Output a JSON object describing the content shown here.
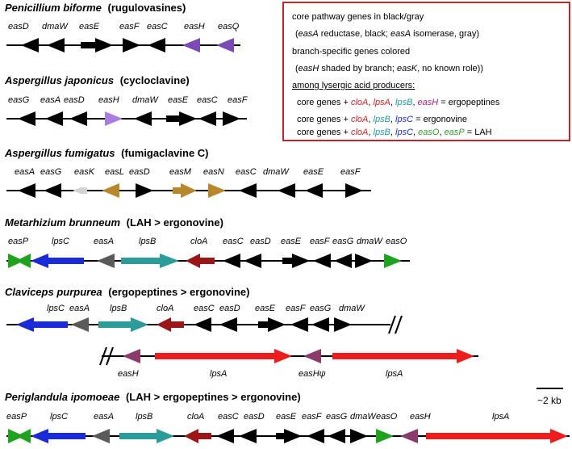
{
  "colors": {
    "black": "#000000",
    "gray": "#5a5a5a",
    "lightgray": "#d3d3d3",
    "purple": "#7b4bb5",
    "lavender": "#a87ddb",
    "mustard": "#b8862b",
    "green": "#1fa31f",
    "blue": "#1a2bd8",
    "teal": "#2a9c9c",
    "darkred": "#9b1616",
    "red": "#ee1c1c",
    "maroon": "#8b3a6b",
    "legend_red": "#e31a1c",
    "legend_teal": "#1a9c9c",
    "legend_blue": "#1a2bd8",
    "legend_green": "#2ca02c",
    "border": "#c0262c"
  },
  "organisms": [
    {
      "species": "Penicillium biforme",
      "compound": "(rugulovasines)"
    },
    {
      "species": "Aspergillus japonicus",
      "compound": "(cycloclavine)"
    },
    {
      "species": "Aspergillus fumigatus",
      "compound": "(fumigaclavine C)"
    },
    {
      "species": "Metarhizium brunneum",
      "compound": " (LAH > ergonovine)"
    },
    {
      "species": "Claviceps purpurea",
      "compound": "(ergopeptines > ergonovine)"
    },
    {
      "species": "Periglandula ipomoeae",
      "compound": "(LAH > ergopeptines > ergonovine)"
    }
  ],
  "tracks": [
    {
      "genes": [
        {
          "label": "easD",
          "color": "black"
        },
        {
          "label": "dmaW",
          "color": "black"
        },
        {
          "label": "easE",
          "color": "black"
        },
        {
          "label": "easF",
          "color": "black"
        },
        {
          "label": "easC",
          "color": "black"
        },
        {
          "label": "easH",
          "color": "purple"
        },
        {
          "label": "easQ",
          "color": "purple"
        }
      ]
    },
    {
      "genes": [
        {
          "label": "easG",
          "color": "black"
        },
        {
          "label": "easA",
          "color": "black"
        },
        {
          "label": "easD",
          "color": "black"
        },
        {
          "label": "easH",
          "color": "lavender"
        },
        {
          "label": "dmaW",
          "color": "black"
        },
        {
          "label": "easE",
          "color": "black"
        },
        {
          "label": "easC",
          "color": "black"
        },
        {
          "label": "easF",
          "color": "black"
        }
      ]
    },
    {
      "genes": [
        {
          "label": "easA",
          "color": "black"
        },
        {
          "label": "easG",
          "color": "black"
        },
        {
          "label": "easK",
          "color": "lightgray"
        },
        {
          "label": "easL",
          "color": "mustard"
        },
        {
          "label": "easD",
          "color": "black"
        },
        {
          "label": "easM",
          "color": "mustard"
        },
        {
          "label": "easN",
          "color": "mustard"
        },
        {
          "label": "easC",
          "color": "black"
        },
        {
          "label": "dmaW",
          "color": "black"
        },
        {
          "label": "easE",
          "color": "black"
        },
        {
          "label": "easF",
          "color": "black"
        }
      ]
    },
    {
      "genes": [
        {
          "label": "easP",
          "color": "green"
        },
        {
          "label": "lpsC",
          "color": "blue"
        },
        {
          "label": "easA",
          "color": "gray"
        },
        {
          "label": "lpsB",
          "color": "teal"
        },
        {
          "label": "cloA",
          "color": "darkred"
        },
        {
          "label": "easC",
          "color": "black"
        },
        {
          "label": "easD",
          "color": "black"
        },
        {
          "label": "easE",
          "color": "black"
        },
        {
          "label": "easF",
          "color": "black"
        },
        {
          "label": "easG",
          "color": "black"
        },
        {
          "label": "dmaW",
          "color": "black"
        },
        {
          "label": "easO",
          "color": "green"
        }
      ]
    },
    {
      "genes": [
        {
          "label": "lpsC",
          "color": "blue"
        },
        {
          "label": "easA",
          "color": "gray"
        },
        {
          "label": "lpsB",
          "color": "teal"
        },
        {
          "label": "cloA",
          "color": "darkred"
        },
        {
          "label": "easC",
          "color": "black"
        },
        {
          "label": "easD",
          "color": "black"
        },
        {
          "label": "easE",
          "color": "black"
        },
        {
          "label": "easF",
          "color": "black"
        },
        {
          "label": "easG",
          "color": "black"
        },
        {
          "label": "dmaW",
          "color": "black"
        }
      ]
    },
    {
      "genes": [
        {
          "label": "easH",
          "color": "maroon"
        },
        {
          "label": "lpsA",
          "color": "red"
        },
        {
          "label": "easHψ",
          "color": "maroon"
        },
        {
          "label": "lpsA",
          "color": "red"
        }
      ]
    },
    {
      "genes": [
        {
          "label": "easP",
          "color": "green"
        },
        {
          "label": "lpsC",
          "color": "blue"
        },
        {
          "label": "easA",
          "color": "gray"
        },
        {
          "label": "lpsB",
          "color": "teal"
        },
        {
          "label": "cloA",
          "color": "darkred"
        },
        {
          "label": "easC",
          "color": "black"
        },
        {
          "label": "easD",
          "color": "black"
        },
        {
          "label": "easE",
          "color": "black"
        },
        {
          "label": "easF",
          "color": "black"
        },
        {
          "label": "easG",
          "color": "black"
        },
        {
          "label": "dmaW",
          "color": "black"
        },
        {
          "label": "easO",
          "color": "green"
        },
        {
          "label": "easH",
          "color": "maroon"
        },
        {
          "label": "lpsA",
          "color": "red"
        }
      ]
    }
  ],
  "legend": {
    "line1": "core pathway genes in black/gray",
    "line2_pre": "(",
    "line2_g1": "easA",
    "line2_mid": " reductase, black; ",
    "line2_g2": "easA",
    "line2_post": " isomerase, gray)",
    "line3": "branch-specific genes colored",
    "line4_pre": "(",
    "line4_g1": "easH",
    "line4_mid": " shaded by branch; ",
    "line4_g2": "easK",
    "line4_post": ", no known role))",
    "line5": "among lysergic acid producers:",
    "r1_pre": "core genes + ",
    "r1_g1": "cloA",
    "r1_s1": ", ",
    "r1_g2": "lpsA",
    "r1_s2": ", ",
    "r1_g3": "lpsB",
    "r1_s3": ", ",
    "r1_g4": "easH",
    "r1_post": " = ergopeptines",
    "r2_pre": "core genes + ",
    "r2_g1": "cloA",
    "r2_s1": ", ",
    "r2_g2": "lpsB",
    "r2_s2": ", ",
    "r2_g3": "lpsC",
    "r2_post": " = ergonovine",
    "r3_pre": "core genes + ",
    "r3_g1": "cloA",
    "r3_s1": ", ",
    "r3_g2": "lpsB",
    "r3_s2": ", ",
    "r3_g3": "lpsC",
    "r3_s3": ", ",
    "r3_g4": "easO",
    "r3_s4": ", ",
    "r3_g5": "easP",
    "r3_post": " = LAH"
  },
  "scale": {
    "label": "~2 kb"
  }
}
